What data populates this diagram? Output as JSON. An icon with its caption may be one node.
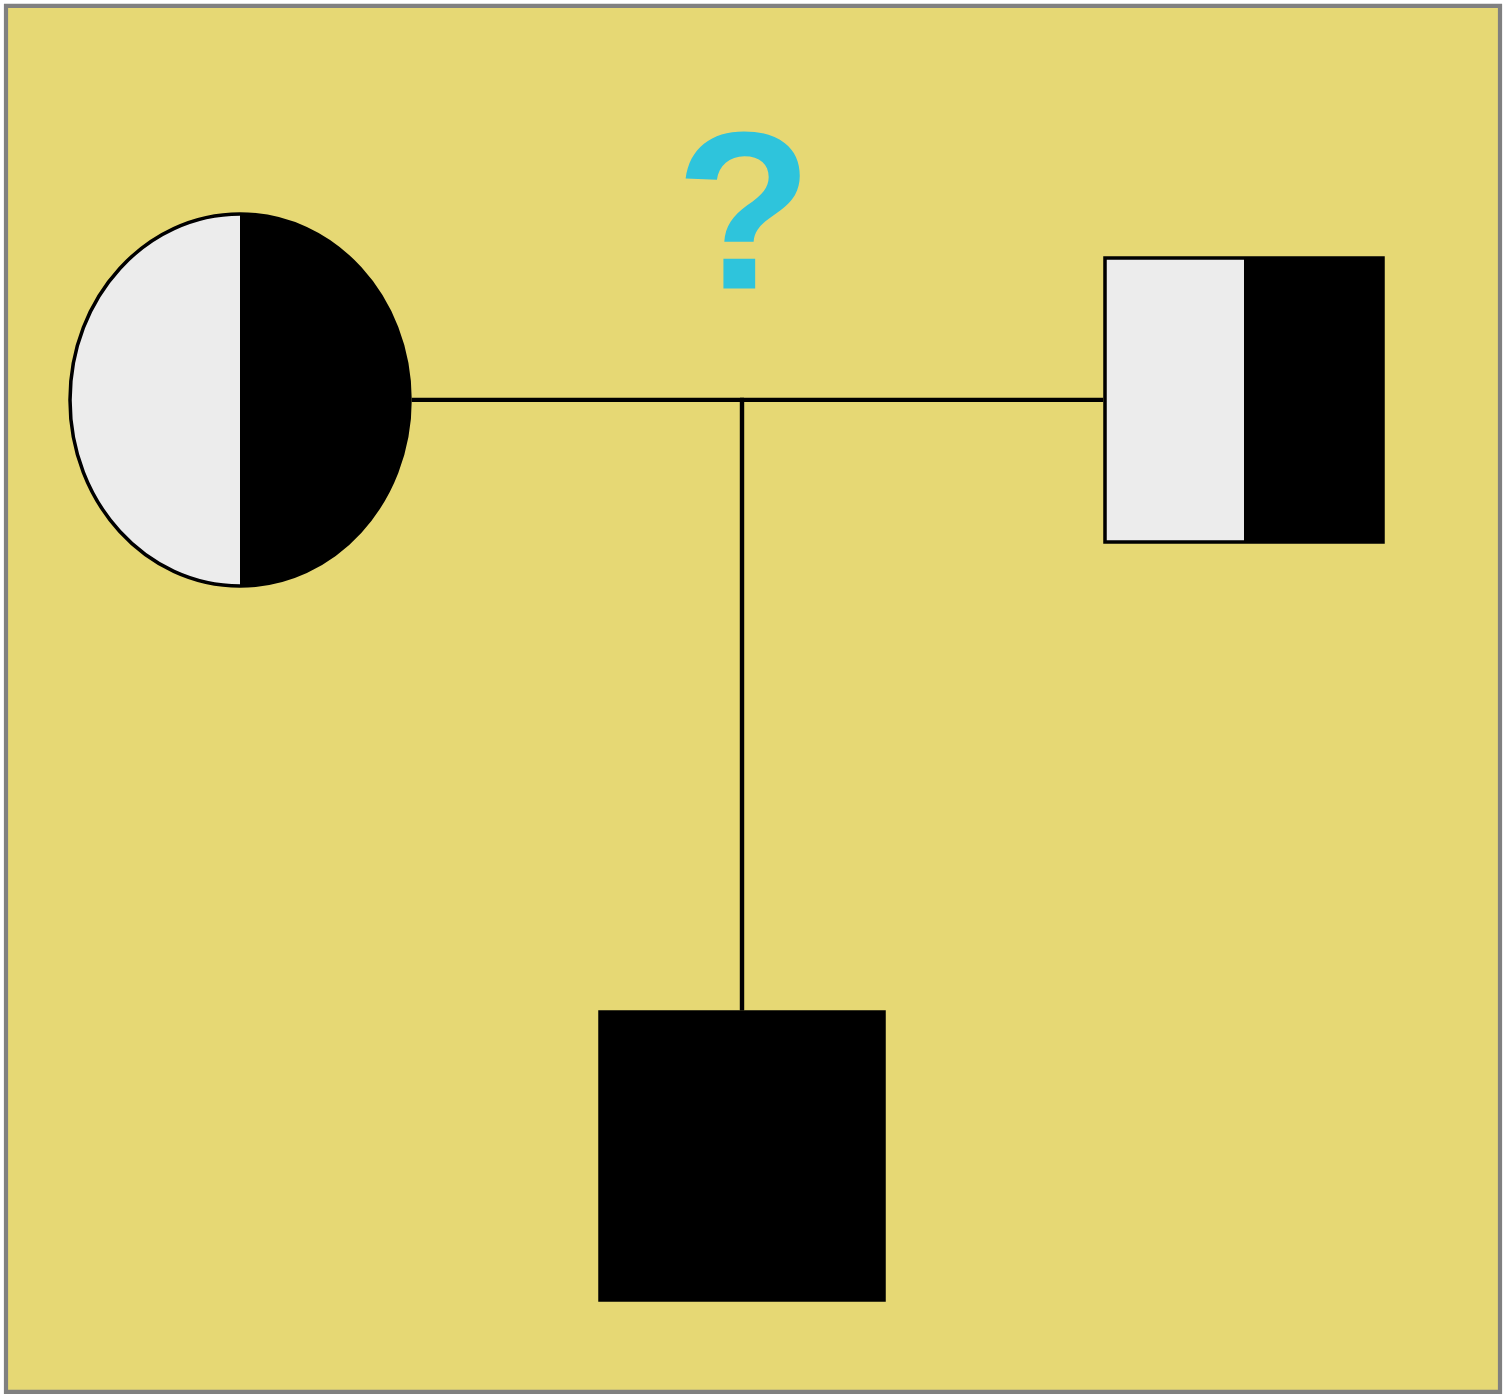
{
  "diagram": {
    "nodes": [
      {
        "text": [],
        "shape": "circle"
      },
      {
        "text": [],
        "shape": "box"
      },
      {
        "text": [],
        "shape": "box"
      }
    ],
    "edges": [
      {
        "from": 0,
        "to": 2,
        "arrow": "none"
      },
      {
        "from": 1,
        "to": 2,
        "arrow": "none"
      }
    ],
    "labels": [
      "?"
    ]
  }
}
